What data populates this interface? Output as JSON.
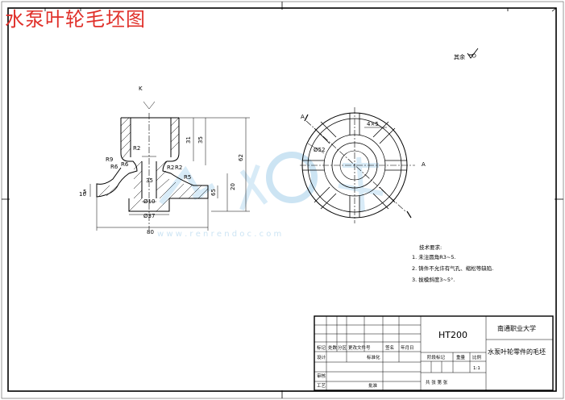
{
  "overlay_title": "水泵叶轮毛坯图",
  "roughness_note": "其余",
  "watermark_url": "w w w . r e n r e n d o c . c o m",
  "section_letters": {
    "k": "K",
    "a_top": "A",
    "a_right": "A"
  },
  "dimensions": {
    "left": [
      "R9",
      "R2",
      "R6",
      "R6",
      "5",
      "10"
    ],
    "center": [
      "31",
      "35",
      "62",
      "20",
      "R2",
      "R2",
      "R5",
      "35",
      "65",
      "Ø10",
      "Ø37",
      "80"
    ],
    "right": [
      "4×5",
      "Ø52"
    ]
  },
  "tech_requirements": {
    "heading": "技术要求:",
    "items": [
      "1. 未注圆角R3~5.",
      "2. 铸件不允许有气孔、缩松等缺陷.",
      "3. 拔模斜度3~5°."
    ]
  },
  "title_block": {
    "material": "HT200",
    "school": "南通职业大学",
    "part_name": "水泵叶轮零件的毛坯",
    "scale_value": "1:1",
    "row_labels": [
      "标记",
      "处数",
      "分区",
      "更改文件号",
      "签名",
      "年月日"
    ],
    "design_label": "设计",
    "standard_label": "标准化",
    "stage_label": "阶段标记",
    "weight_label": "重量",
    "scale_label": "比例",
    "review_label": "审核",
    "process_label": "工艺",
    "approve_label": "批准",
    "sheet_label": "共 张 第 张"
  }
}
